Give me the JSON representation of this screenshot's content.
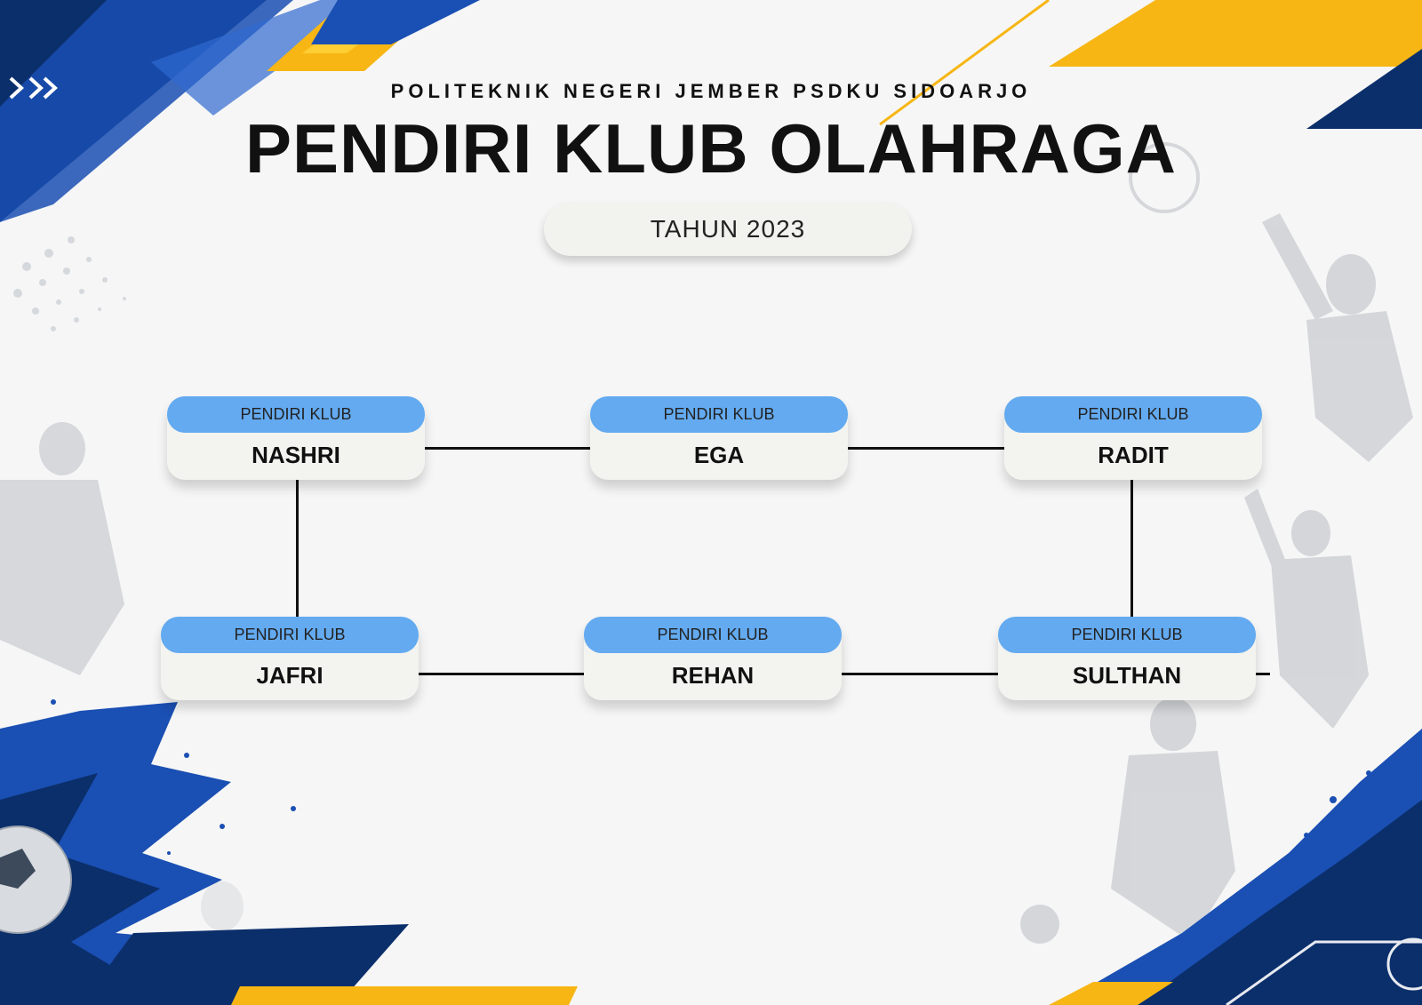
{
  "header": {
    "institution": "POLITEKNIK NEGERI JEMBER PSDKU SIDOARJO",
    "title": "PENDIRI KLUB OLAHRAGA",
    "year": "TAHUN 2023"
  },
  "founders": [
    {
      "role": "PENDIRI KLUB",
      "name": "NASHRI"
    },
    {
      "role": "PENDIRI KLUB",
      "name": "EGA"
    },
    {
      "role": "PENDIRI KLUB",
      "name": "RADIT"
    },
    {
      "role": "PENDIRI KLUB",
      "name": "JAFRI"
    },
    {
      "role": "PENDIRI KLUB",
      "name": "REHAN"
    },
    {
      "role": "PENDIRI KLUB",
      "name": "SULTHAN"
    }
  ],
  "theme": {
    "navy": "#0b2f6b",
    "blue": "#1a4fb3",
    "yellow": "#f7b614",
    "label_blue": "#63aaf0"
  }
}
